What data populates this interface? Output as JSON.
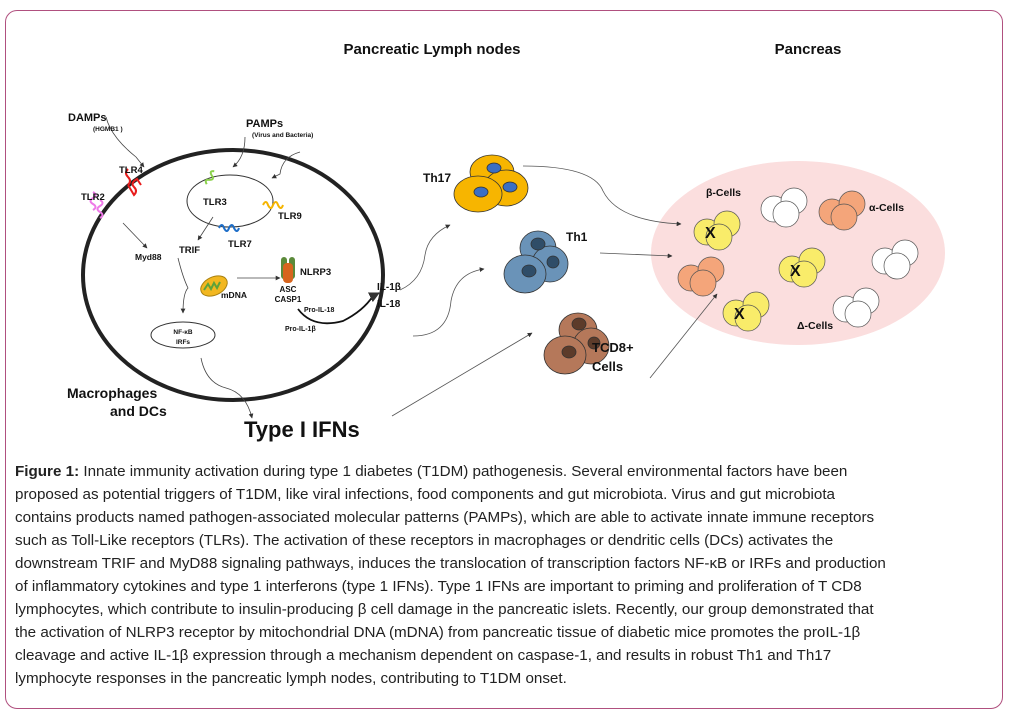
{
  "figure": {
    "headings": {
      "lymph": "Pancreatic Lymph nodes",
      "pancreas": "Pancreas"
    },
    "labels": {
      "damps": "DAMPs",
      "hgmb1": "(HGMB1 )",
      "pamps": "PAMPs",
      "virus": "(Virus and Bacteria)",
      "tlr4": "TLR4",
      "tlr2": "TLR2",
      "tlr3": "TLR3",
      "tlr9": "TLR9",
      "tlr7": "TLR7",
      "trif": "TRIF",
      "myd88": "Myd88",
      "nlrp3": "NLRP3",
      "mdna": "mDNA",
      "asc": "ASC",
      "casp1": "CASP1",
      "pro_il18": "Pro-IL-18",
      "pro_il1b": "Pro-IL-1β",
      "nfkb": "NF-κB",
      "irfs": "IRFs",
      "il1b": "IL-1β",
      "il18": "IL-18",
      "macrophages": "Macrophages",
      "and_dcs": "and DCs",
      "type1_ifns": "Type I IFNs",
      "th17": "Th17",
      "th1": "Th1",
      "tcd8": "TCD8+",
      "cells": "Cells",
      "beta_cells": "β-Cells",
      "alpha_cells": "α-Cells",
      "delta_cells": "Δ-Cells",
      "x": "X"
    },
    "colors": {
      "frame": "#b0507f",
      "pancreas": "#fbdede",
      "th17": "#f7b500",
      "th1": "#6a93b8",
      "tcd8": "#b5785a",
      "beta": "#f9ec6a",
      "alpha": "#f4a57a",
      "delta": "#ffffff"
    }
  },
  "caption": {
    "label": "Figure 1:",
    "lines": [
      " Innate immunity activation during type 1 diabetes (T1DM) pathogenesis. Several environmental factors have been",
      "proposed as potential triggers of T1DM, like viral infections, food components and gut microbiota. Virus and gut microbiota",
      "contains products named pathogen-associated molecular patterns (PAMPs), which are able to activate innate immune receptors",
      "such as Toll-Like receptors (TLRs). The activation of these receptors in macrophages or dendritic cells (DCs) activates the",
      "downstream TRIF and MyD88 signaling pathways, induces the translocation of transcription factors NF-κB or IRFs and production",
      "of inflammatory cytokines and type 1 interferons (type 1 IFNs). Type 1 IFNs are important to priming and proliferation of T CD8",
      "lymphocytes, which contribute to insulin-producing β cell damage in the pancreatic islets. Recently, our group demonstrated that",
      "the activation of NLRP3 receptor by mitochondrial DNA (mDNA) from pancreatic tissue of diabetic mice promotes the proIL-1β",
      "cleavage and active IL-1β expression through a mechanism dependent on caspase-1, and results in robust Th1 and Th17",
      "lymphocyte responses in the pancreatic lymph nodes, contributing to T1DM onset."
    ]
  }
}
